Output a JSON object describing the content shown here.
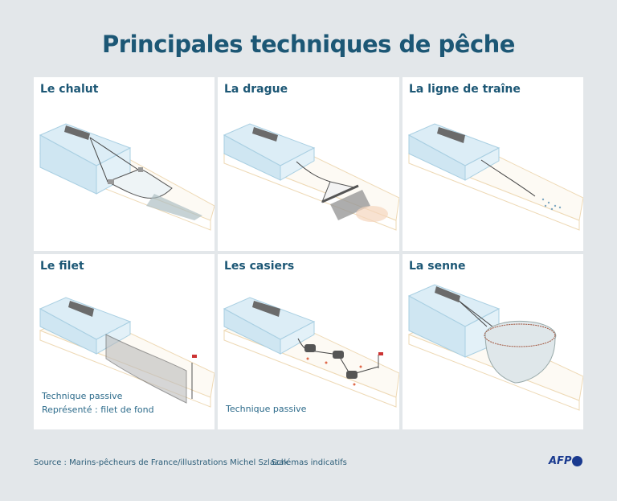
{
  "title": "Principales techniques de pêche",
  "panels": [
    {
      "id": "chalut",
      "title": "Le chalut",
      "notes": [],
      "illustration": "trawl-net-icon"
    },
    {
      "id": "drague",
      "title": "La drague",
      "notes": [],
      "illustration": "dredge-icon"
    },
    {
      "id": "ligne",
      "title": "La ligne de traîne",
      "notes": [],
      "illustration": "trolling-line-icon"
    },
    {
      "id": "filet",
      "title": "Le filet",
      "notes": [
        "Technique passive",
        "Représenté : filet de fond"
      ],
      "illustration": "gillnet-icon"
    },
    {
      "id": "casiers",
      "title": "Les casiers",
      "notes": [
        "Technique passive"
      ],
      "illustration": "pots-traps-icon"
    },
    {
      "id": "senne",
      "title": "La senne",
      "notes": [],
      "illustration": "purse-seine-icon"
    }
  ],
  "footer": {
    "source": "Source : Marins-pêcheurs de France/illustrations Michel Szlazak",
    "note": "Schémas indicatifs",
    "logo": "AFP"
  },
  "colors": {
    "background": "#e3e7ea",
    "title": "#1c5775",
    "water": "#cfe6f2",
    "seabed_outline": "#eed9b5",
    "boat": "#6b6b6b",
    "logo": "#1a3a8f"
  }
}
